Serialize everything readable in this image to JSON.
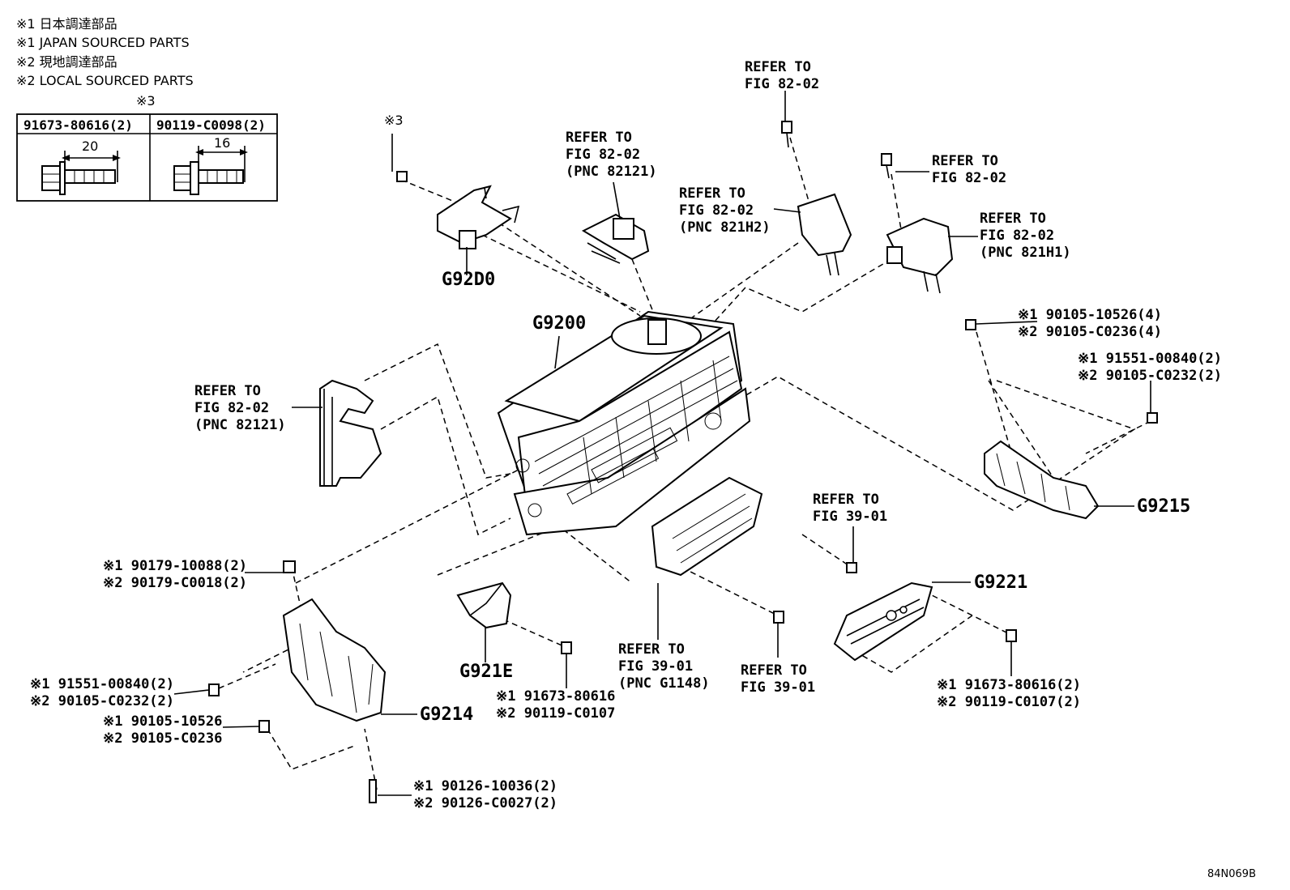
{
  "notes": [
    "※1 日本調達部品",
    "※1 JAPAN SOURCED PARTS",
    "※2 現地調達部品",
    "※2 LOCAL SOURCED PARTS"
  ],
  "bolt_table": {
    "marker": "※3",
    "col1_header": "91673-80616(2)",
    "col2_header": "90119-C0098(2)",
    "col1_dim": "20",
    "col2_dim": "16"
  },
  "labels": {
    "mark3": "※3",
    "g92d0": "G92D0",
    "g9200": "G9200",
    "g9215": "G9215",
    "g9221": "G9221",
    "g921e": "G921E",
    "g9214": "G9214",
    "ref_pnc82121_top": [
      "REFER TO",
      "FIG 82-02",
      "(PNC 82121)"
    ],
    "ref_8202_top": [
      "REFER TO",
      "FIG 82-02"
    ],
    "ref_pnc821h2": [
      "REFER TO",
      "FIG 82-02",
      "(PNC 821H2)"
    ],
    "ref_8202_right": [
      "REFER TO",
      "FIG 82-02"
    ],
    "ref_pnc821h1": [
      "REFER TO",
      "FIG 82-02",
      "(PNC 821H1)"
    ],
    "ref_pnc82121_left": [
      "REFER TO",
      "FIG 82-02",
      "(PNC 82121)"
    ],
    "ref_3901_mid": [
      "REFER TO",
      "FIG 39-01"
    ],
    "ref_pncg1148": [
      "REFER TO",
      "FIG 39-01",
      "(PNC G1148)"
    ],
    "ref_3901_bottom": [
      "REFER TO",
      "FIG 39-01"
    ],
    "bolt_right_top": [
      "※1 90105-10526(4)",
      "※2 90105-C0236(4)"
    ],
    "bolt_right_mid": [
      "※1 91551-00840(2)",
      "※2 90105-C0232(2)"
    ],
    "nut_left": [
      "※1 90179-10088(2)",
      "※2 90179-C0018(2)"
    ],
    "bolt_left_mid": [
      "※1 91551-00840(2)",
      "※2 90105-C0232(2)"
    ],
    "bolt_left_low": [
      "※1 90105-10526",
      "※2 90105-C0236"
    ],
    "stud_bottom": [
      "※1 90126-10036(2)",
      "※2 90126-C0027(2)"
    ],
    "bolt_center": [
      "※1 91673-80616",
      "※2 90119-C0107"
    ],
    "bolt_g9221": [
      "※1 91673-80616(2)",
      "※2 90119-C0107(2)"
    ]
  },
  "diagram_code": "84N069B"
}
